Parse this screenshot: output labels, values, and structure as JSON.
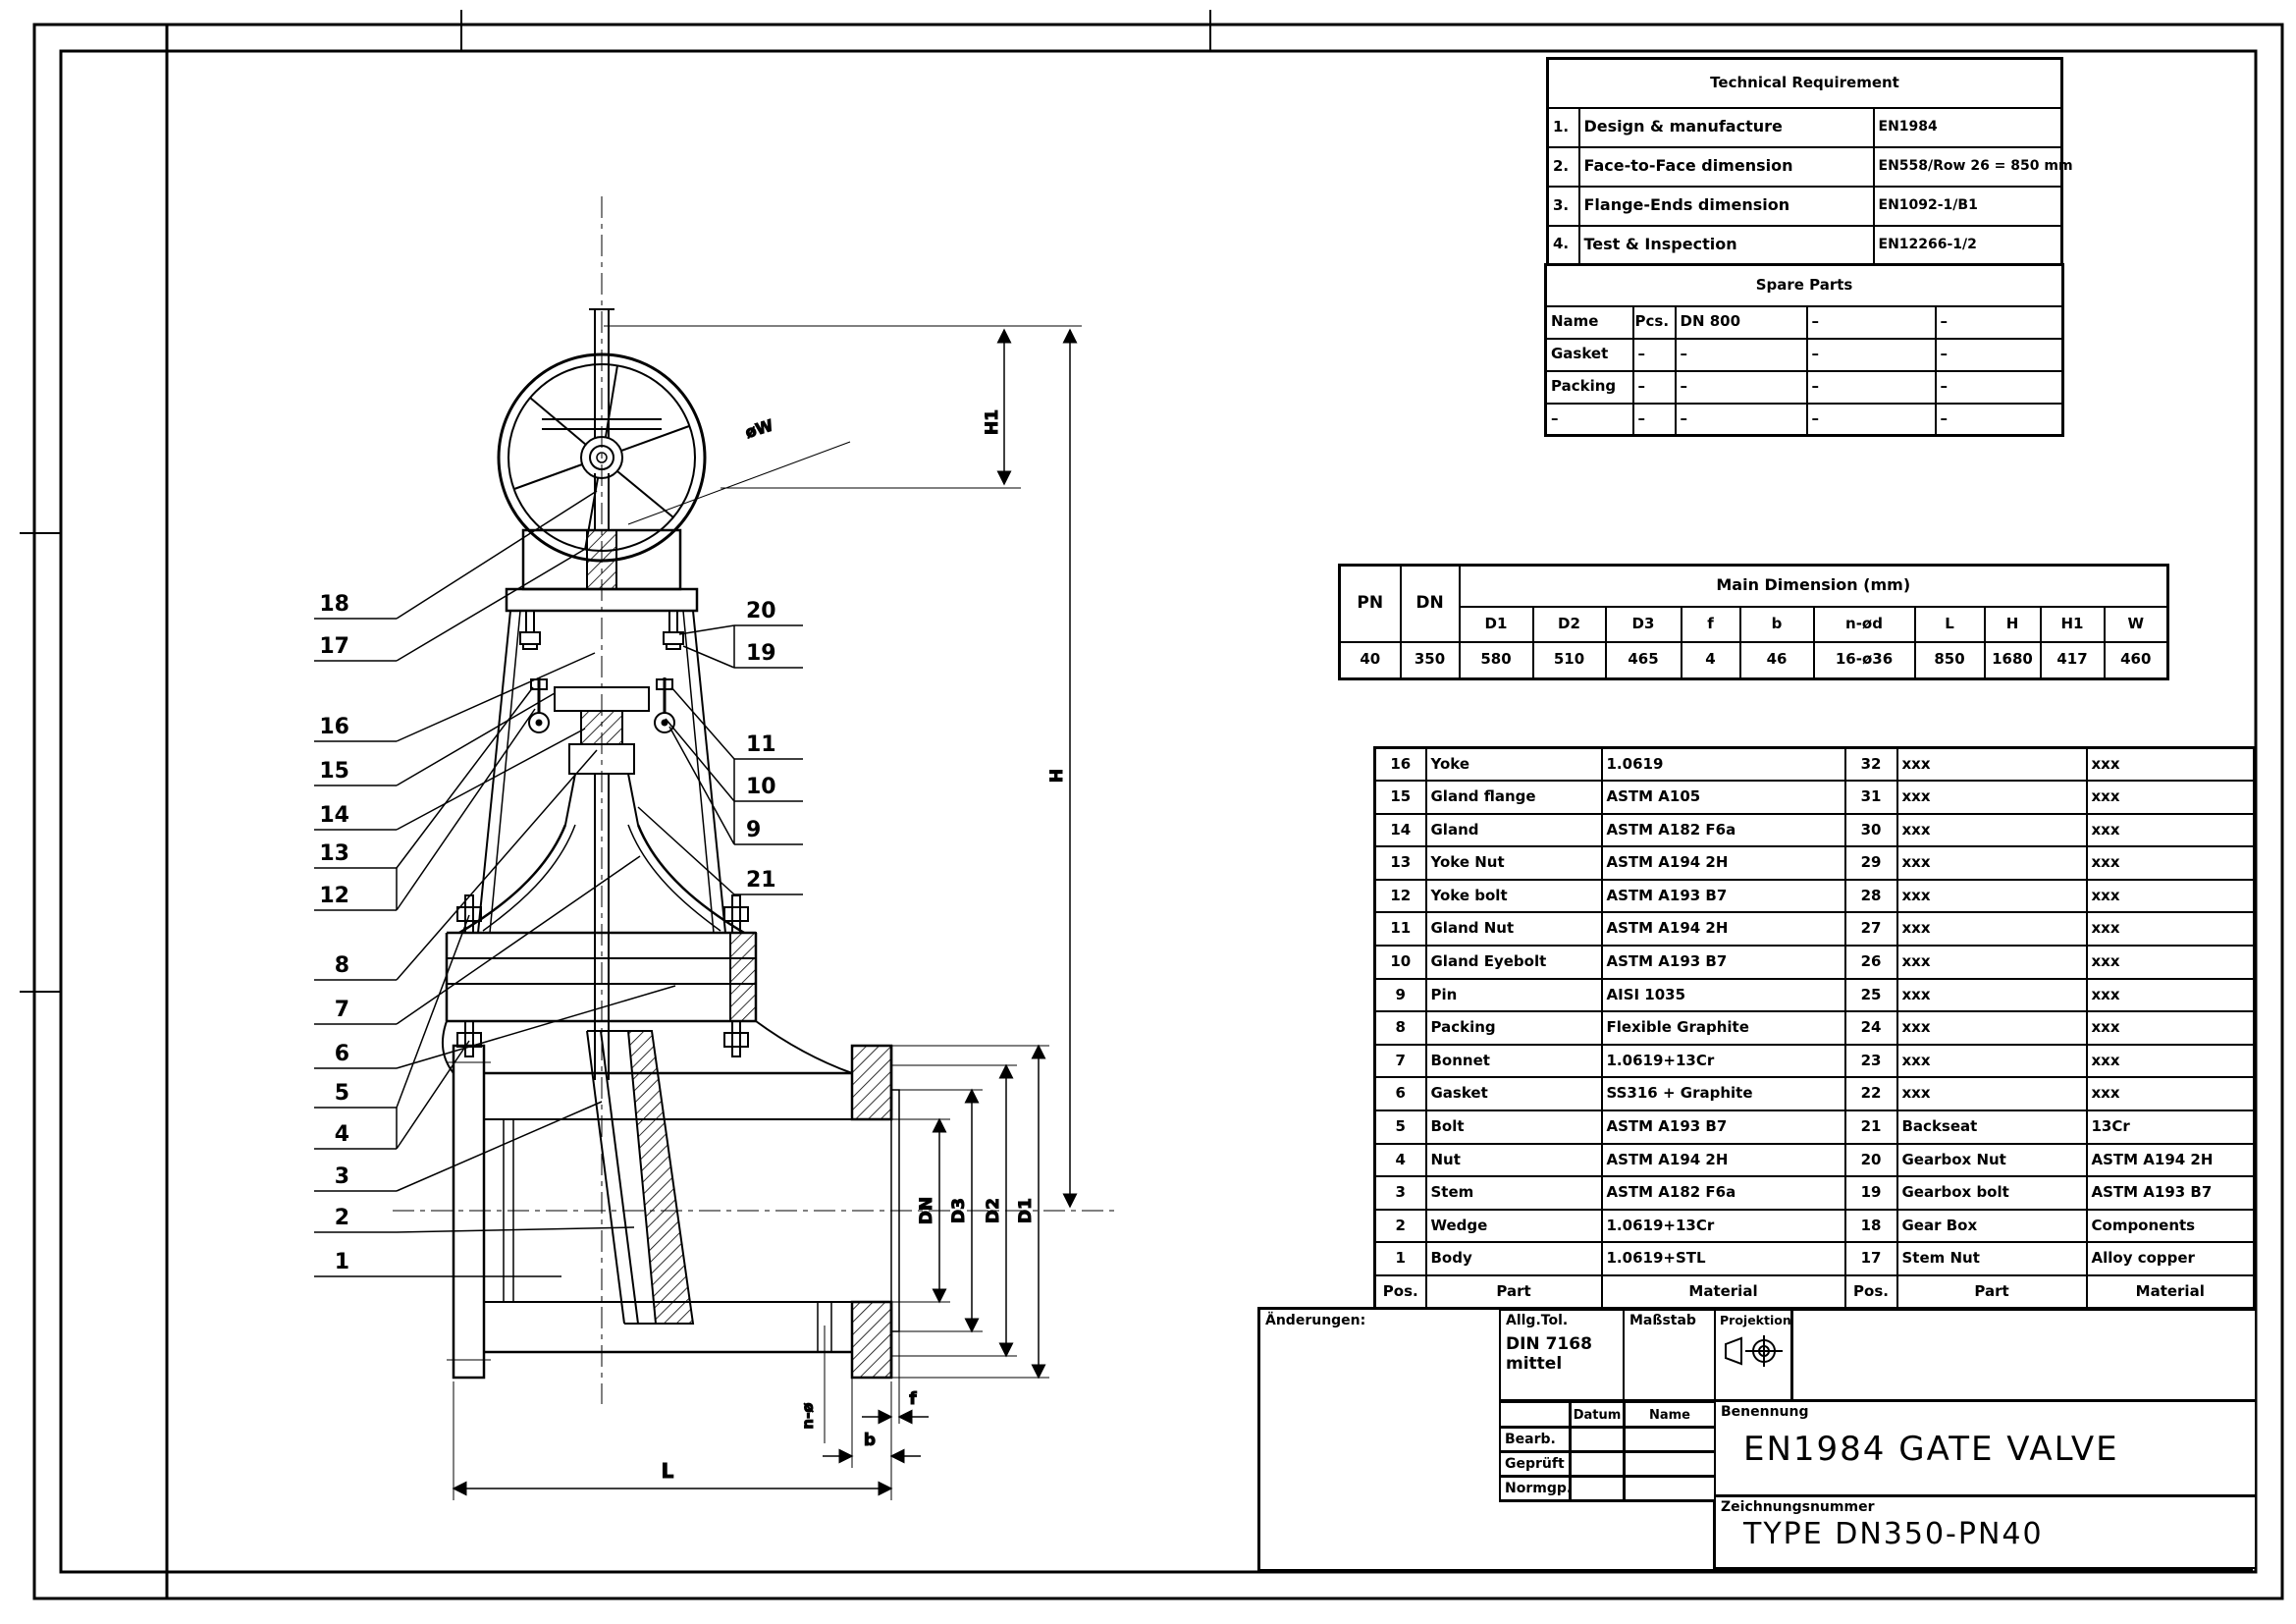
{
  "technical_requirement": {
    "title": "Technical Requirement",
    "rows": [
      {
        "no": "1.",
        "item": "Design & manufacture",
        "value": "EN1984"
      },
      {
        "no": "2.",
        "item": "Face-to-Face dimension",
        "value": "EN558/Row 26 = 850 mm"
      },
      {
        "no": "3.",
        "item": "Flange-Ends dimension",
        "value": "EN1092-1/B1"
      },
      {
        "no": "4.",
        "item": "Test & Inspection",
        "value": "EN12266-1/2"
      }
    ]
  },
  "spare_parts": {
    "title": "Spare Parts",
    "header": [
      "Name",
      "Pcs.",
      "DN 800",
      "–",
      "–"
    ],
    "rows": [
      [
        "Gasket",
        "–",
        "–",
        "–",
        "–"
      ],
      [
        "Packing",
        "–",
        "–",
        "–",
        "–"
      ],
      [
        "–",
        "–",
        "–",
        "–",
        "–"
      ]
    ]
  },
  "main_dimension": {
    "pn_label": "PN",
    "dn_label": "DN",
    "title": "Main Dimension (mm)",
    "columns": [
      "D1",
      "D2",
      "D3",
      "f",
      "b",
      "n-ød",
      "L",
      "H",
      "H1",
      "W"
    ],
    "pn": "40",
    "dn": "350",
    "values": [
      "580",
      "510",
      "465",
      "4",
      "46",
      "16-ø36",
      "850",
      "1680",
      "417",
      "460"
    ]
  },
  "parts_list": {
    "rows": [
      [
        "16",
        "Yoke",
        "1.0619",
        "32",
        "xxx",
        "xxx"
      ],
      [
        "15",
        "Gland flange",
        "ASTM A105",
        "31",
        "xxx",
        "xxx"
      ],
      [
        "14",
        "Gland",
        "ASTM A182 F6a",
        "30",
        "xxx",
        "xxx"
      ],
      [
        "13",
        "Yoke Nut",
        "ASTM A194 2H",
        "29",
        "xxx",
        "xxx"
      ],
      [
        "12",
        "Yoke bolt",
        "ASTM A193 B7",
        "28",
        "xxx",
        "xxx"
      ],
      [
        "11",
        "Gland Nut",
        "ASTM A194 2H",
        "27",
        "xxx",
        "xxx"
      ],
      [
        "10",
        "Gland Eyebolt",
        "ASTM A193 B7",
        "26",
        "xxx",
        "xxx"
      ],
      [
        "9",
        "Pin",
        "AISI 1035",
        "25",
        "xxx",
        "xxx"
      ],
      [
        "8",
        "Packing",
        "Flexible Graphite",
        "24",
        "xxx",
        "xxx"
      ],
      [
        "7",
        "Bonnet",
        "1.0619+13Cr",
        "23",
        "xxx",
        "xxx"
      ],
      [
        "6",
        "Gasket",
        "SS316 + Graphite",
        "22",
        "xxx",
        "xxx"
      ],
      [
        "5",
        "Bolt",
        "ASTM A193 B7",
        "21",
        "Backseat",
        "13Cr"
      ],
      [
        "4",
        "Nut",
        "ASTM A194 2H",
        "20",
        "Gearbox Nut",
        "ASTM A194 2H"
      ],
      [
        "3",
        "Stem",
        "ASTM A182 F6a",
        "19",
        "Gearbox bolt",
        "ASTM A193 B7"
      ],
      [
        "2",
        "Wedge",
        "1.0619+13Cr",
        "18",
        "Gear Box",
        "Components"
      ],
      [
        "1",
        "Body",
        "1.0619+STL",
        "17",
        "Stem Nut",
        "Alloy copper"
      ]
    ],
    "footer": [
      "Pos.",
      "Part",
      "Material",
      "Pos.",
      "Part",
      "Material"
    ]
  },
  "title_block": {
    "aenderungen_label": "Änderungen:",
    "allg_tol_label": "Allg.Tol.",
    "allg_tol_line1": "DIN 7168",
    "allg_tol_line2": "mittel",
    "massstab_label": "Maßstab",
    "projektion_label": "Projektion",
    "datum_label": "Datum",
    "name_label": "Name",
    "row_bearb": "Bearb.",
    "row_geprueft": "Geprüft",
    "row_normgp": "Normgp.",
    "benennung_label": "Benennung",
    "benennung_value": "EN1984 GATE VALVE",
    "zeichnungsnummer_label": "Zeichnungsnummer",
    "zeichnungsnummer_value": "TYPE DN350-PN40"
  },
  "drawing": {
    "callouts": {
      "c1": "1",
      "c2": "2",
      "c3": "3",
      "c4": "4",
      "c5": "5",
      "c6": "6",
      "c7": "7",
      "c8": "8",
      "c9": "9",
      "c10": "10",
      "c11": "11",
      "c12": "12",
      "c13": "13",
      "c14": "14",
      "c15": "15",
      "c16": "16",
      "c17": "17",
      "c18": "18",
      "c19": "19",
      "c20": "20",
      "c21": "21"
    },
    "dims": {
      "H": "H",
      "H1": "H1",
      "W": "øW",
      "DN": "DN",
      "D3": "D3",
      "D2": "D2",
      "D1": "D1",
      "f": "f",
      "b": "b",
      "L": "L",
      "nd": "n-ø"
    }
  }
}
